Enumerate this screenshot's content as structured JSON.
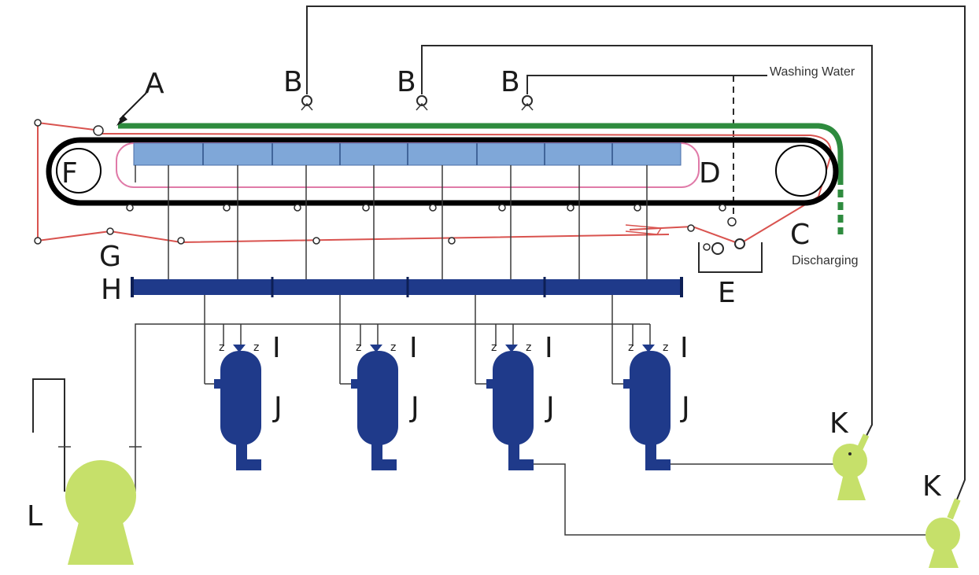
{
  "labels": {
    "a": "A",
    "b1": "B",
    "b2": "B",
    "b3": "B",
    "c": "C",
    "d": "D",
    "e": "E",
    "f": "F",
    "g": "G",
    "h": "H",
    "i1": "I",
    "i2": "I",
    "i3": "I",
    "i4": "I",
    "j1": "J",
    "j2": "J",
    "j3": "J",
    "j4": "J",
    "k1": "K",
    "k2": "K",
    "l": "L",
    "washing_water": "Washing Water",
    "discharging": "Discharging"
  },
  "colors": {
    "belt": "#000000",
    "filter_cloth": "#d9534f",
    "cake": "#2e8b3e",
    "vacuum_box": "#7fa7d8",
    "manifold": "#1f3a8a",
    "receiver": "#1f3a8a",
    "pump": "#c6e06a",
    "lines": "#2a2a2a"
  }
}
